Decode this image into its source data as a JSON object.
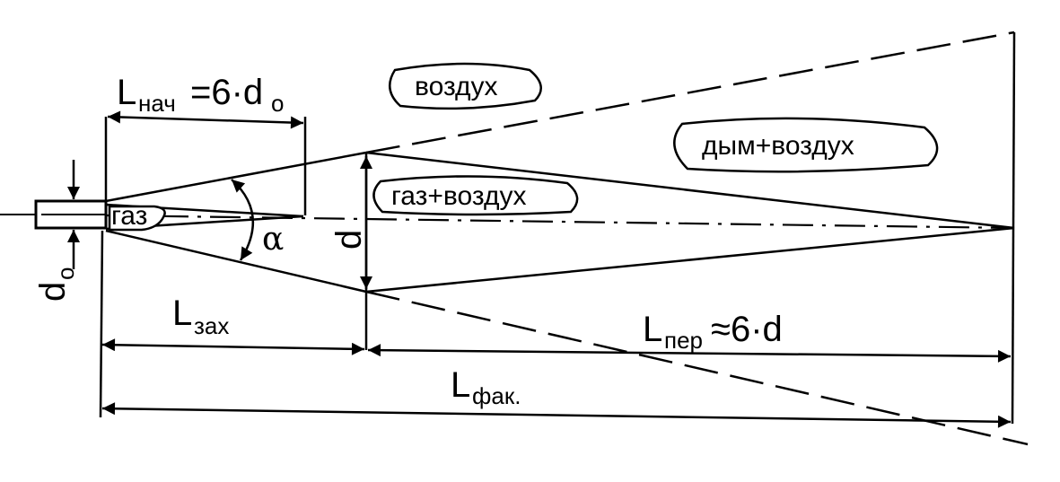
{
  "labels": {
    "air": "воздух",
    "smoke_air": "дым+воздух",
    "gas_air": "газ+воздух",
    "gas": "газ",
    "alpha": "α",
    "d": "d",
    "d0_main": "d",
    "d0_sub": "o"
  },
  "dimensions": {
    "l_init_main": "L",
    "l_init_sub": "нач",
    "l_init_rest": "=6·d",
    "l_init_rest_sub": "o",
    "l_capture_main": "L",
    "l_capture_sub": "зах",
    "l_transition_main": "L",
    "l_transition_sub": "пер",
    "l_transition_rest": "≈6·d",
    "l_flame_main": "L",
    "l_flame_sub": "фак."
  }
}
